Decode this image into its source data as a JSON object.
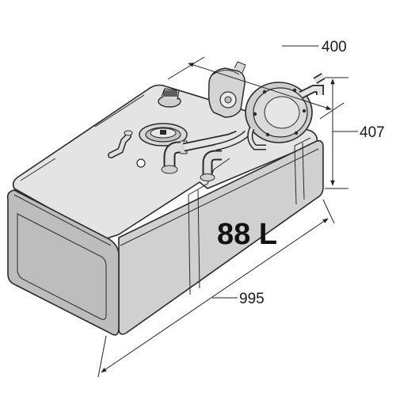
{
  "dimensions": {
    "width": "400",
    "height": "407",
    "length": "995"
  },
  "tank": {
    "capacity_label": "88 L"
  },
  "colors": {
    "top_face": "#e4e4e4",
    "front_face": "#d2d2d2",
    "side_face": "#b8b8b8",
    "outline": "#2a2a2a"
  }
}
